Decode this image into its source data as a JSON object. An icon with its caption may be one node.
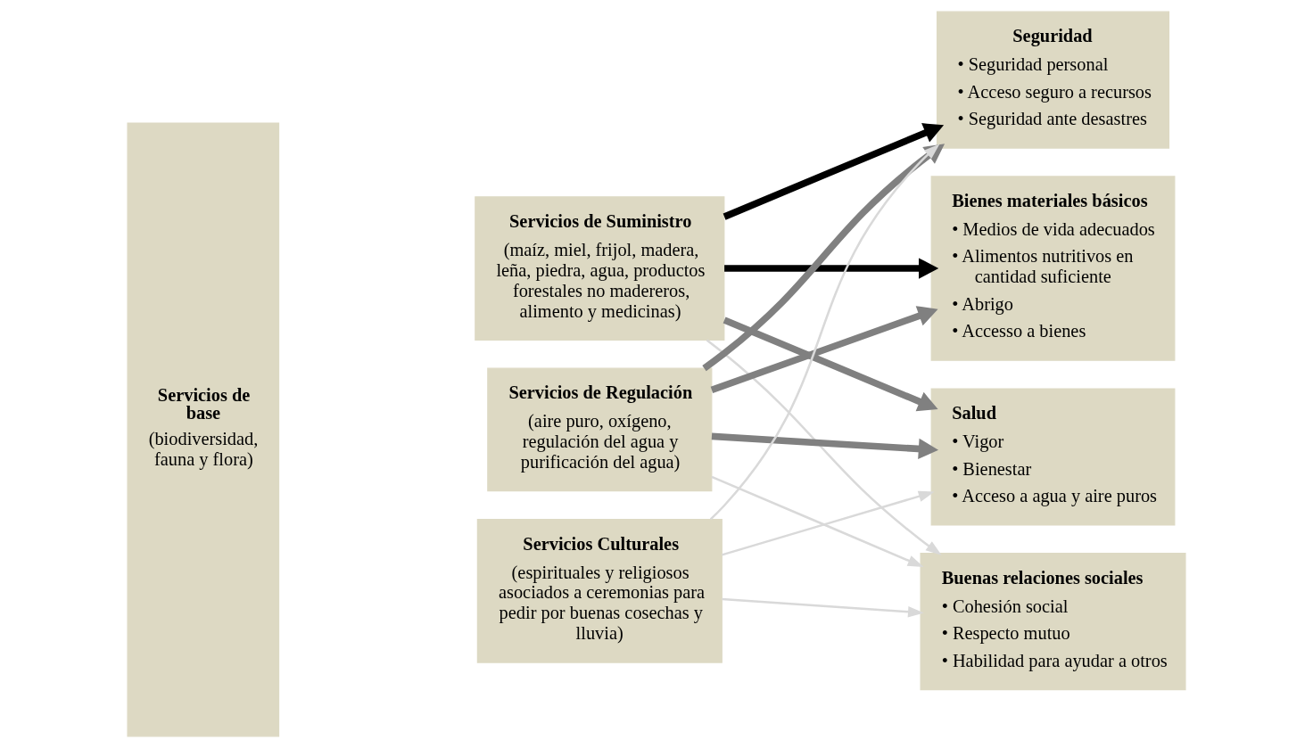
{
  "diagram": {
    "nodes": [
      {
        "text": [
          "Servicios de base",
          "(biodiversidad, fauna y flora)"
        ]
      },
      {
        "text": [
          "Servicios de Suministro",
          "(maíz, miel, frijol, madera, leña, piedra, agua, productos forestales no madereros, alimento y medicinas)"
        ]
      },
      {
        "text": [
          "Servicios de Regulación",
          "(aire puro, oxígeno, regulación del agua y purificación del agua)"
        ]
      },
      {
        "text": [
          "Servicios Culturales",
          "(espirituales y religiosos asociados a ceremonias para pedir por buenas cosechas y lluvia)"
        ]
      },
      {
        "text": [
          "Seguridad",
          "• Seguridad personal",
          "• Acceso seguro a recursos",
          "• Seguridad ante desastres"
        ]
      },
      {
        "text": [
          "Bienes materiales básicos",
          "• Medios de vida adecuados",
          "• Alimentos nutritivos en cantidad suficiente",
          "• Abrigo",
          "• Accesso a bienes"
        ]
      },
      {
        "text": [
          "Salud",
          "• Vigor",
          "• Bienestar",
          "• Acceso a agua y aire puros"
        ]
      },
      {
        "text": [
          "Buenas relaciones sociales",
          "• Cohesión social",
          "• Respecto mutuo",
          "• Habilidad para ayudar a otros"
        ]
      }
    ],
    "edges": [
      {
        "from": 1,
        "to": 4,
        "arrow": "to",
        "color": "#000000"
      },
      {
        "from": 1,
        "to": 5,
        "arrow": "to",
        "color": "#000000"
      },
      {
        "from": 1,
        "to": 6,
        "arrow": "to",
        "color": "#808080"
      },
      {
        "from": 1,
        "to": 7,
        "arrow": "to"
      },
      {
        "from": 2,
        "to": 4,
        "arrow": "to",
        "color": "#808080"
      },
      {
        "from": 2,
        "to": 5,
        "arrow": "to",
        "color": "#808080"
      },
      {
        "from": 2,
        "to": 6,
        "arrow": "to",
        "color": "#808080"
      },
      {
        "from": 2,
        "to": 7,
        "arrow": "to"
      },
      {
        "from": 3,
        "to": 4,
        "arrow": "to"
      },
      {
        "from": 3,
        "to": 6,
        "arrow": "to"
      },
      {
        "from": 3,
        "to": 7,
        "arrow": "to"
      }
    ]
  }
}
